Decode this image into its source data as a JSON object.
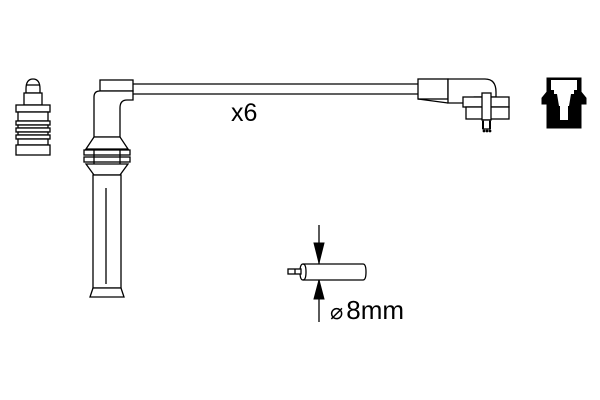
{
  "diagram": {
    "type": "ignition-lead-set-technical-drawing",
    "quantity_label": "x6",
    "diameter": {
      "symbol": "⌀",
      "value": "8mm"
    },
    "components": [
      {
        "name": "spark-plug-terminal-connector",
        "position": "left"
      },
      {
        "name": "spark-plug-boot-straight",
        "position": "left-center"
      },
      {
        "name": "ignition-cable",
        "position": "top-center"
      },
      {
        "name": "distributor-angled-boot",
        "position": "right-center"
      },
      {
        "name": "coil-terminal-connector",
        "position": "right"
      },
      {
        "name": "cable-cross-section",
        "position": "bottom-center"
      }
    ],
    "colors": {
      "line": "#000000",
      "background": "#ffffff"
    }
  }
}
